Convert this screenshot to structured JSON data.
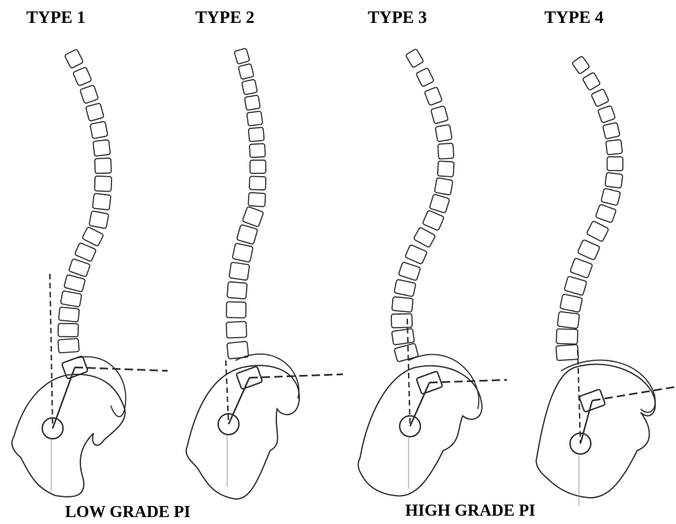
{
  "figure": {
    "types": [
      {
        "label": "TYPE 1"
      },
      {
        "label": "TYPE 2"
      },
      {
        "label": "TYPE 3"
      },
      {
        "label": "TYPE 4"
      }
    ],
    "grades": {
      "low": "LOW GRADE PI",
      "high": "HIGH GRADE PI"
    }
  },
  "colors": {
    "ink": "#2b2b2b",
    "ink_light": "#7a7a7a",
    "label": "#000000"
  }
}
